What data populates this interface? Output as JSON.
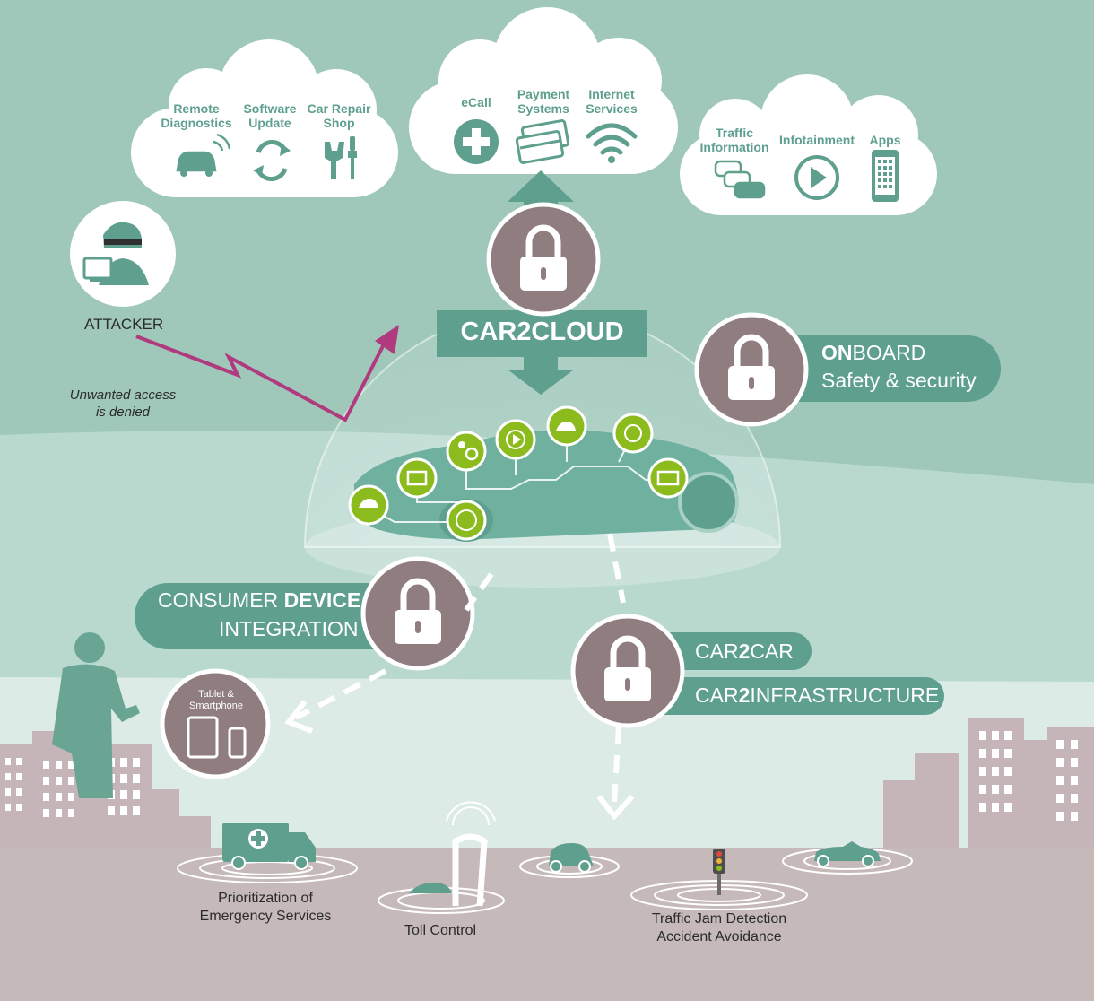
{
  "attacker": {
    "label": "ATTACKER",
    "caption_line1": "Unwanted access",
    "caption_line2": "is denied"
  },
  "cloud_left": {
    "items": [
      {
        "label": "Remote\nDiagnostics",
        "icon": "car-signal-icon"
      },
      {
        "label": "Software\nUpdate",
        "icon": "refresh-icon"
      },
      {
        "label": "Car Repair\nShop",
        "icon": "wrench-screwdriver-icon"
      }
    ]
  },
  "cloud_center": {
    "items": [
      {
        "label": "eCall",
        "icon": "plus-circle-icon"
      },
      {
        "label": "Payment\nSystems",
        "icon": "credit-card-icon"
      },
      {
        "label": "Internet\nServices",
        "icon": "wifi-icon"
      }
    ]
  },
  "cloud_right": {
    "items": [
      {
        "label": "Traffic\nInformation",
        "icon": "traffic-cars-icon"
      },
      {
        "label": "Infotainment",
        "icon": "play-circle-icon"
      },
      {
        "label": "Apps",
        "icon": "smartphone-icon"
      }
    ]
  },
  "car2cloud": {
    "label": "CAR2CLOUD"
  },
  "onboard": {
    "bold": "ON",
    "rest": "BOARD",
    "line2": "Safety & security"
  },
  "consumer": {
    "line1_plain": "CONSUMER ",
    "line1_bold": "DEVICE",
    "line2": "INTEGRATION"
  },
  "devices": {
    "line1": "Tablet &",
    "line2": "Smartphone"
  },
  "car2car": {
    "pre": "CAR",
    "num": "2",
    "post": "CAR"
  },
  "car2infra": {
    "pre": "CAR",
    "num": "2",
    "post": "INFRASTRUCTURE"
  },
  "street": {
    "emergency_line1": "Prioritization of",
    "emergency_line2": "Emergency Services",
    "toll": "Toll Control",
    "traffic_line1": "Traffic Jam Detection",
    "traffic_line2": "Accident Avoidance"
  },
  "ecu_icons": [
    "distance-sensor-icon",
    "engine-icon",
    "airbag-icon",
    "abs-icon",
    "media-play-icon",
    "collision-sensor-icon",
    "sos-icon",
    "battery-icon"
  ],
  "colors": {
    "teal_dark": "#5e9f8e",
    "teal_bg": "#9fc8ba",
    "mauve": "#8f7d80",
    "lime": "#8cbb1e",
    "magenta": "#b03a7e",
    "ground": "#c6b9ba"
  }
}
